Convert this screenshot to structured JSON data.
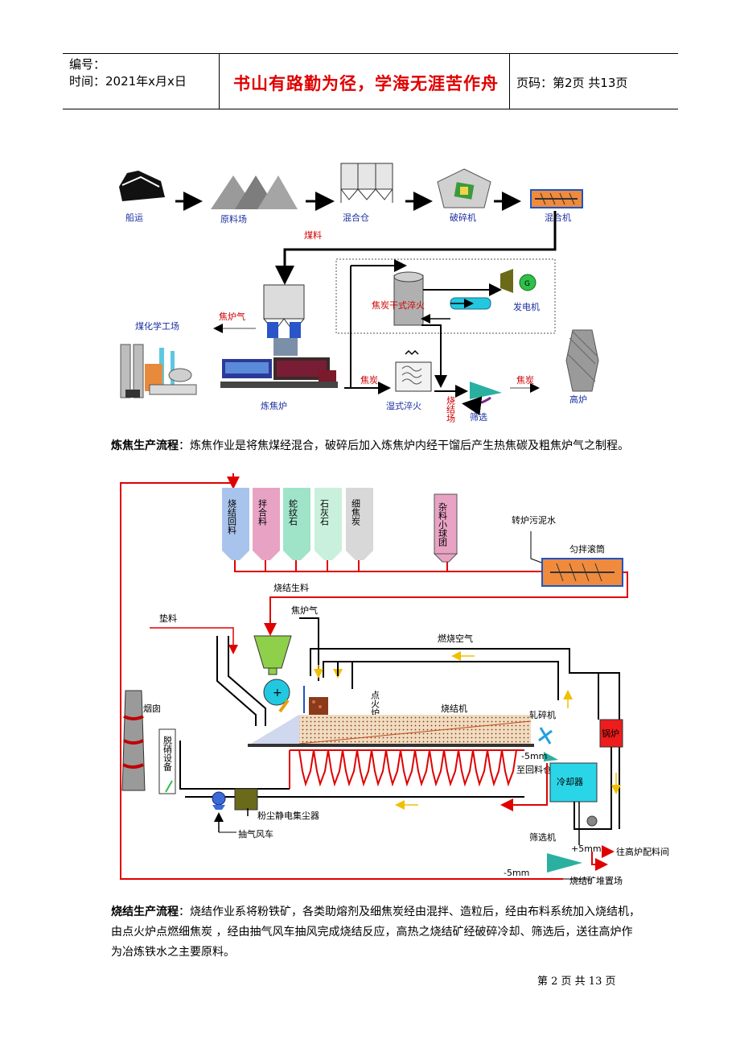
{
  "header": {
    "number_label": "编号：",
    "time_label": "时间：2021年x月x日",
    "motto": "书山有路勤为径，学海无涯苦作舟",
    "page_label": "页码：第2页  共13页"
  },
  "coking_diagram": {
    "ship": "船运",
    "yard": "原料场",
    "mix_silo": "混合仓",
    "crusher": "破碎机",
    "mixer": "混合机",
    "coal": "煤料",
    "coke_gas": "焦炉气",
    "chem_plant": "煤化学工场",
    "dry_quench": "焦炭干式淬火",
    "generator": "发电机",
    "coke_oven": "炼焦炉",
    "coke1": "焦炭",
    "wet_quench": "湿式淬火",
    "sinter_yard": "烧结场",
    "screening": "筛选",
    "coke2": "焦炭",
    "blast_furnace": "高炉"
  },
  "caption1": {
    "title": "炼焦生产流程",
    "sep": "：",
    "text": "炼焦作业是将焦煤经混合，破碎后加入炼焦炉内经干馏后产生热焦碳及粗焦炉气之制程。"
  },
  "sinter_diagram": {
    "bins": [
      "烧结回料",
      "拌合料",
      "蛇纹石",
      "石灰石",
      "细焦炭"
    ],
    "misc_bin": "杂料小球团",
    "sludge": "转炉污泥水",
    "drum": "匀拌滚筒",
    "raw": "烧结生料",
    "coke_gas": "焦炉气",
    "bedding": "垫料",
    "combustion_air": "燃烧空气",
    "ignition": "点火炉",
    "sinter_machine": "烧结机",
    "chimney": "烟囱",
    "denox": "脱硝设备",
    "crusher": "轧碎机",
    "boiler": "锅炉",
    "minus5_a": "-5mm",
    "return_bin": "至回料仓",
    "cooler": "冷却器",
    "esp": "粉尘静电集尘器",
    "fan": "抽气风车",
    "screen": "筛选机",
    "plus5": "+5mm",
    "to_bf": "往高炉配料间",
    "minus5_b": "-5mm",
    "stockyard": "烧结矿堆置场"
  },
  "caption2": {
    "title": "烧结生产流程",
    "sep": "：",
    "line1": "烧结作业系将粉铁矿，各类助熔剂及细焦炭经由混拌、造粒后，经由布料系统加入烧结机，",
    "line2": "由点火炉点燃细焦炭 ，经由抽气风车抽风完成烧结反应，高热之烧结矿经破碎冷却、筛选后，送往高炉作",
    "line3": "为冶炼铁水之主要原料。"
  },
  "footer": {
    "text": "第 2 页 共 13 页"
  },
  "colors": {
    "motto": "#e00000",
    "red_line": "#e00000",
    "bin_blue": "#a9c4ec",
    "bin_pink": "#e8a3c4",
    "bin_green": "#9fe3c8",
    "bin_mint": "#c9f0dc",
    "bin_grey": "#d8d8d8",
    "hopper_green": "#8fd04a",
    "cooler_cyan": "#2bd5e8",
    "boiler_red": "#ee1c1c",
    "drum_orange": "#f08a3c"
  }
}
